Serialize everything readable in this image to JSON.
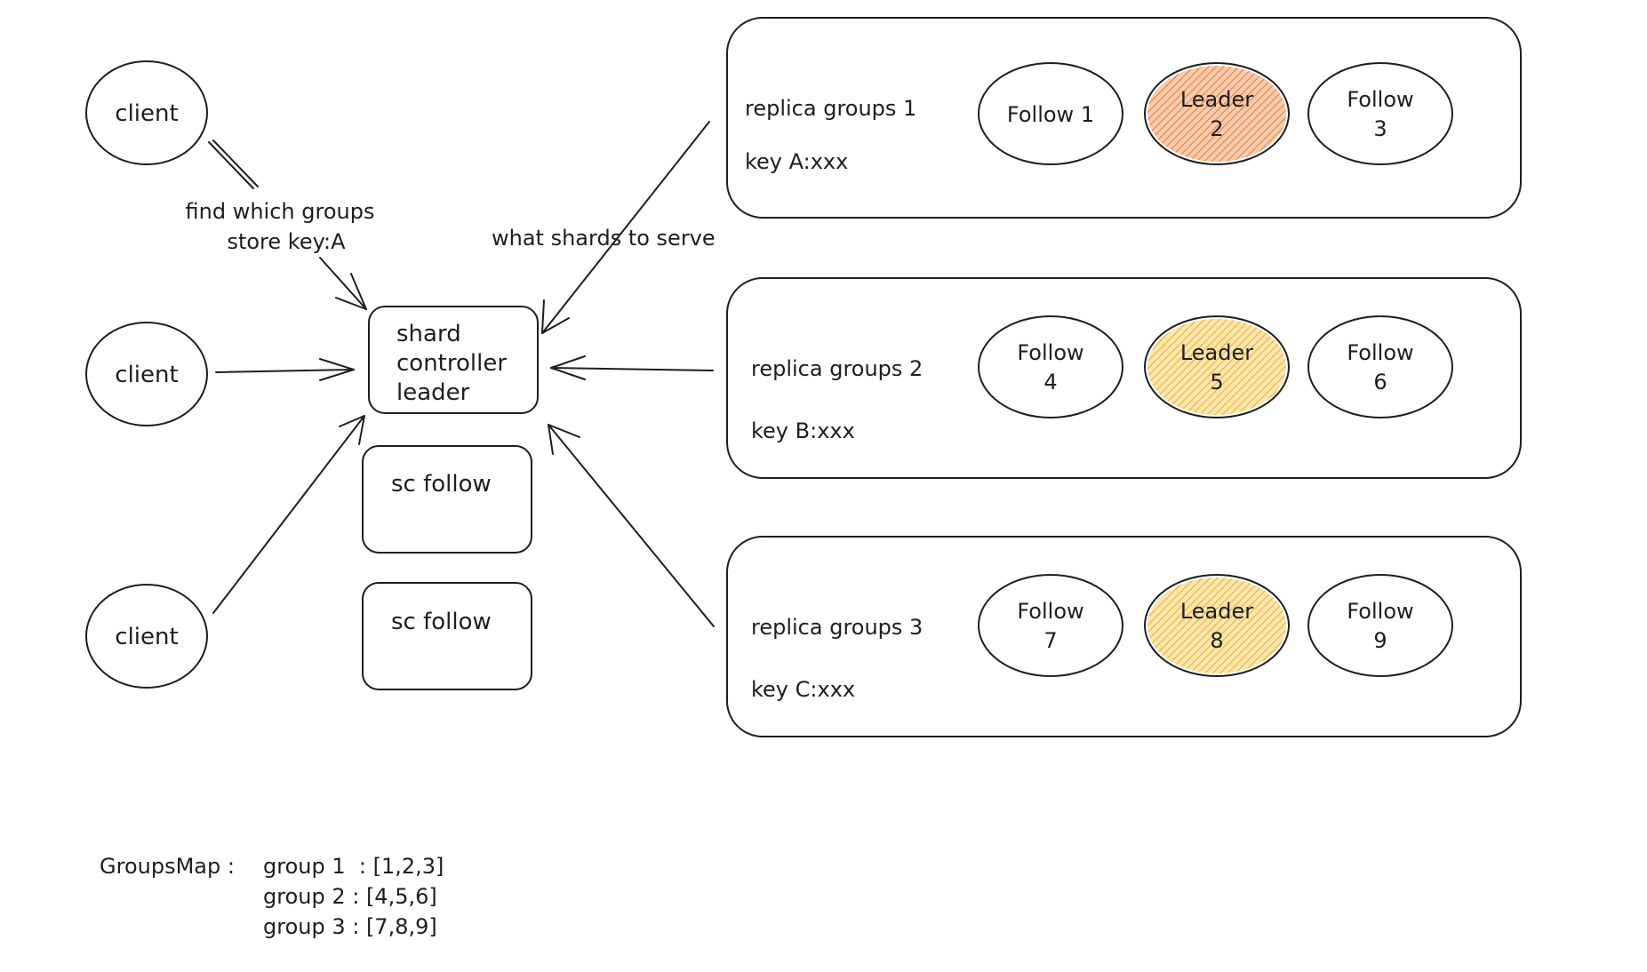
{
  "clients": [
    "client",
    "client",
    "client"
  ],
  "shard_controller": {
    "leader_lines": [
      "shard",
      "controller",
      "leader"
    ],
    "followers": [
      "sc follow",
      "sc follow"
    ]
  },
  "annotations": {
    "client_query_line1": "find which groups",
    "client_query_line2": "store key:A",
    "group_query": "what shards to serve"
  },
  "replica_groups": [
    {
      "title": "replica groups 1",
      "key": "key A:xxx",
      "leader_color": "#f0a06a",
      "nodes": [
        {
          "lines": [
            "Follow 1"
          ],
          "role": "follower"
        },
        {
          "lines": [
            "Leader",
            "2"
          ],
          "role": "leader"
        },
        {
          "lines": [
            "Follow",
            "3"
          ],
          "role": "follower"
        }
      ]
    },
    {
      "title": "replica groups 2",
      "key": "key B:xxx",
      "leader_color": "#f4cf6a",
      "nodes": [
        {
          "lines": [
            "Follow",
            "4"
          ],
          "role": "follower"
        },
        {
          "lines": [
            "Leader",
            "5"
          ],
          "role": "leader"
        },
        {
          "lines": [
            "Follow",
            "6"
          ],
          "role": "follower"
        }
      ]
    },
    {
      "title": "replica groups 3",
      "key": "key C:xxx",
      "leader_color": "#f4cf6a",
      "nodes": [
        {
          "lines": [
            "Follow",
            "7"
          ],
          "role": "follower"
        },
        {
          "lines": [
            "Leader",
            "8"
          ],
          "role": "leader"
        },
        {
          "lines": [
            "Follow",
            "9"
          ],
          "role": "follower"
        }
      ]
    }
  ],
  "groups_map": {
    "label": "GroupsMap :",
    "rows": [
      "group 1  : [1,2,3]",
      "group 2 : [4,5,6]",
      "group 3 : [7,8,9]"
    ]
  }
}
